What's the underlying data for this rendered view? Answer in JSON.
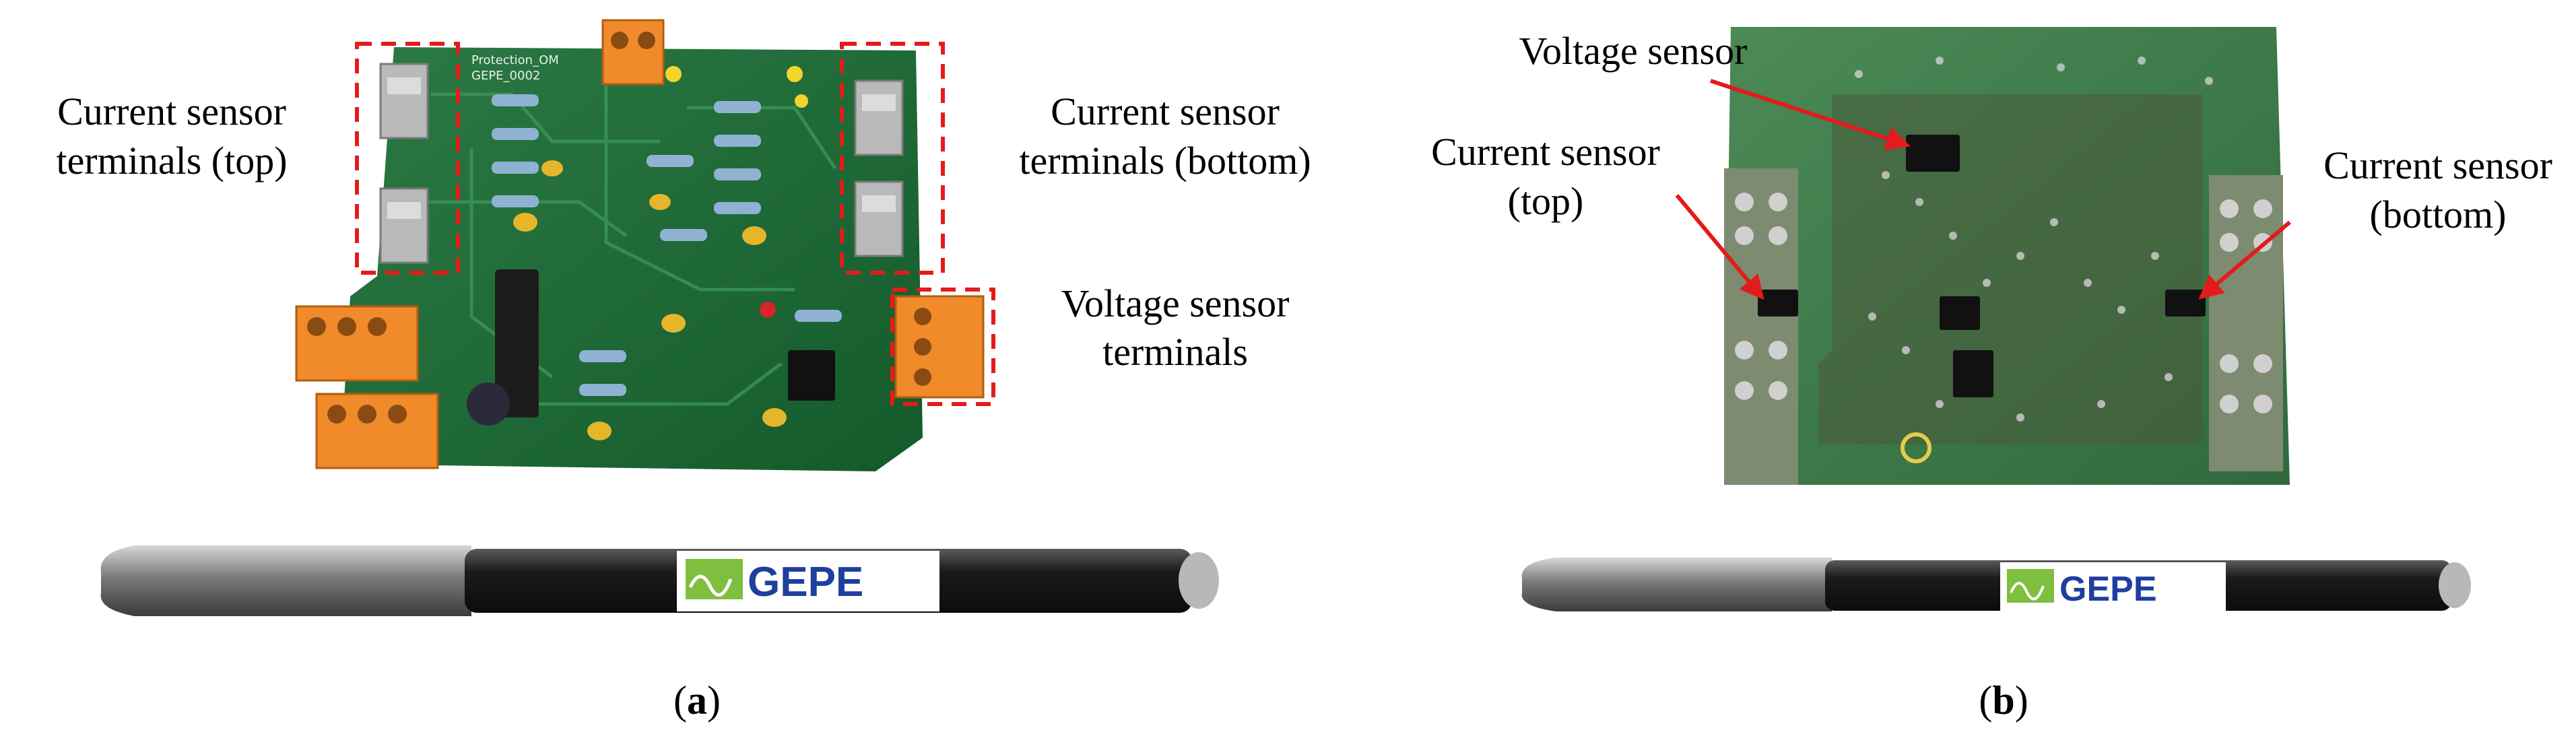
{
  "panel_a": {
    "caption_letter": "a",
    "labels": {
      "current_top_line1": "Current sensor",
      "current_top_line2": "terminals (top)",
      "current_bottom_line1": "Current sensor",
      "current_bottom_line2": "terminals (bottom)",
      "voltage_line1": "Voltage sensor",
      "voltage_line2": "terminals"
    },
    "pen_logo_text": "GEPE",
    "pcb_text": [
      "Protection_OM",
      "GEPE_0002"
    ]
  },
  "panel_b": {
    "caption_letter": "b",
    "labels": {
      "voltage_sensor": "Voltage sensor",
      "current_top_line1": "Current sensor",
      "current_top_line2": "(top)",
      "current_bottom_line1": "Current sensor",
      "current_bottom_line2": "(bottom)"
    },
    "pen_logo_text": "GEPE"
  },
  "colors": {
    "pcb_green": "#1f6b3a",
    "pcb_green_b": "#3e7d4c",
    "copper_pad": "#b7b7b7",
    "terminal_orange": "#f08a2a",
    "dashed_box_red": "#e51b1b",
    "arrow_red": "#e31b1b",
    "pen_body": "#1a1a1a",
    "logo_blue": "#1f3f9f",
    "logo_green": "#7fbf3f"
  }
}
